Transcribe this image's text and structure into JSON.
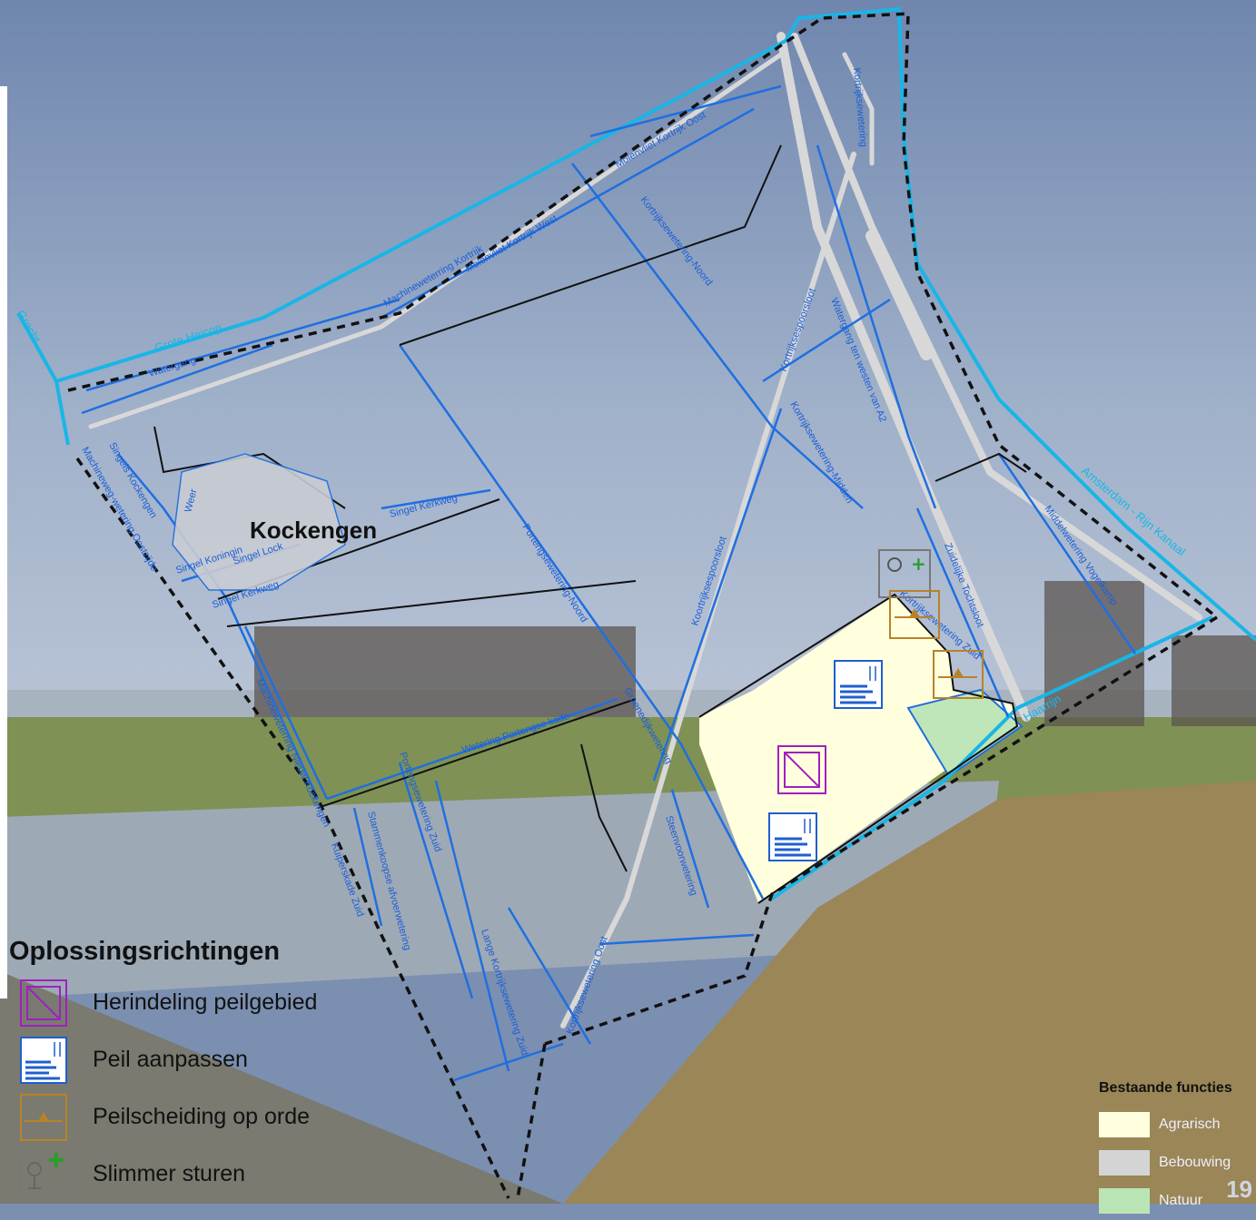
{
  "map": {
    "town_name": "Kockengen",
    "watercourse_labels": [
      "Grecht",
      "Grote Heicop",
      "Amsterdam - Rijn Kanaal",
      "Haarrijn"
    ],
    "ditch_labels": [
      "Watergang",
      "Machineweterring Kortrijk",
      "Molenvliet Kortrijk West",
      "Molenvliet Kortrijk Oost",
      "Kortrijksewetering-Noord",
      "Kortrijksespoorsloot",
      "Watergang ten westen van A2",
      "Kortrijksewetering-Midden",
      "Kortrijksewetering Zuid",
      "Zuidelijke Tochtsloot",
      "Middelwetering Vogelkamp",
      "Portengsewetering-Noord",
      "Koortrijksespoorsloot",
      "Singel Kerkweg",
      "Singel Lock",
      "Singel Koningin",
      "Singel Kerkweg",
      "Weer",
      "Singels Kockengen",
      "Machineweg-wetering Oostzijde",
      "Wetering Portengse kade",
      "Groenedijkwetering",
      "Machineweterring Nieuw Kockengen",
      "Portengsewetering Zuid",
      "Stammenkoopse afvoerwetering",
      "Kuiperskade Zuid",
      "Steenvoorwetering",
      "Lange Kortrijksewetering Zuid",
      "Kortrijksewetering Oost",
      "Kortrijksewetering"
    ]
  },
  "legend_oplossingsrichtingen": {
    "title": "Oplossingsrichtingen",
    "items": [
      {
        "label": "Herindeling peilgebied",
        "icon": "herindeling-icon",
        "color": "#a020c0"
      },
      {
        "label": "Peil aanpassen",
        "icon": "peil-aanpassen-icon",
        "color": "#1f5fd0"
      },
      {
        "label": "Peilscheiding op orde",
        "icon": "peilscheiding-icon",
        "color": "#b8822a"
      },
      {
        "label": "Slimmer sturen",
        "icon": "slimmer-sturen-icon",
        "color": "#777777"
      }
    ]
  },
  "legend_functies": {
    "title": "Bestaande functies",
    "items": [
      {
        "label": "Agrarisch",
        "color": "#ffffe0"
      },
      {
        "label": "Bebouwing",
        "color": "#d4d4d4"
      },
      {
        "label": "Natuur",
        "color": "#b9e5b5"
      }
    ]
  },
  "page_number": "19",
  "colors": {
    "ditch": "#1f6fe0",
    "boundary": "#000000",
    "canal": "#18b6e6",
    "agricultural_fill": "#ffffdd",
    "nature_fill": "#bfe6b8"
  }
}
